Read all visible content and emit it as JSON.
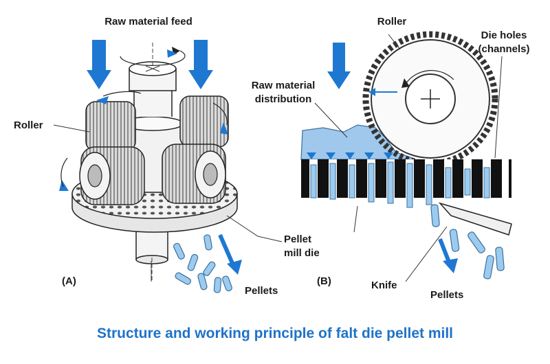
{
  "labels": {
    "raw_material_feed": "Raw material feed",
    "roller_a": "Roller",
    "panel_a": "(A)",
    "pellets_a": "Pellets",
    "pellet_mill_die_line1": "Pellet",
    "pellet_mill_die_line2": "mill die",
    "roller_b": "Roller",
    "die_holes_line1": "Die holes",
    "die_holes_line2": "(channels)",
    "raw_material_distribution_line1": "Raw material",
    "raw_material_distribution_line2": "distribution",
    "panel_b": "(B)",
    "knife": "Knife",
    "pellets_b": "Pellets"
  },
  "caption": "Structure and working principle of falt die pellet mill",
  "colors": {
    "arrow_blue": "#1e78d2",
    "material_blue": "#9fc8ec",
    "pellet_blue": "#9ccbef",
    "caption_blue": "#1e73c8",
    "die_black": "#111111"
  }
}
